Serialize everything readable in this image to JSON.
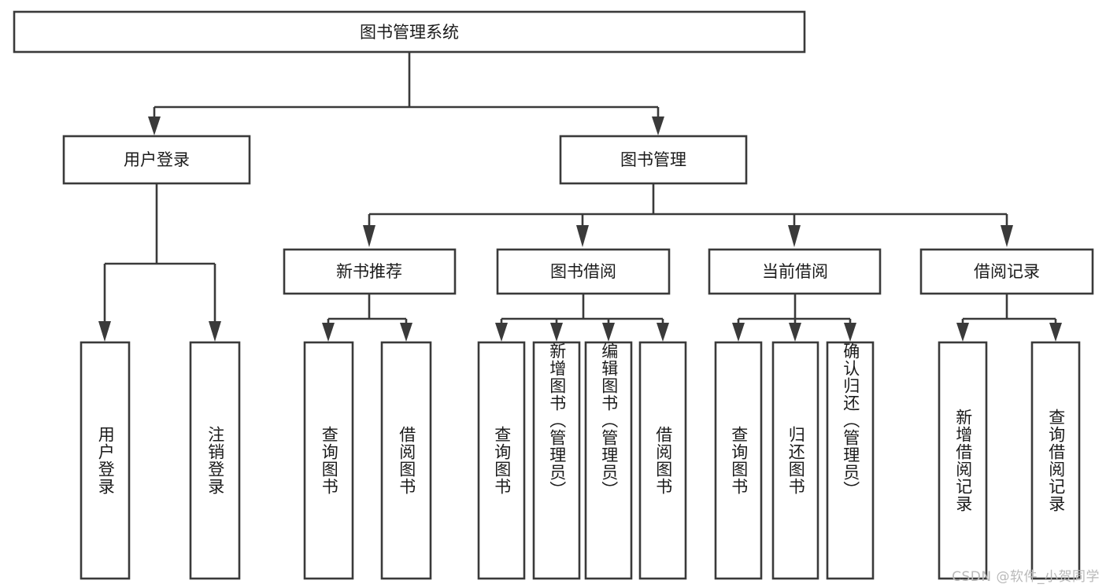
{
  "diagram": {
    "title": "图书管理系统",
    "type": "hierarchy-tree",
    "colors": {
      "box_stroke": "#3a3a3a",
      "box_fill": "#ffffff",
      "connector": "#3a3a3a",
      "text": "#1b1b1b",
      "background": "#ffffff",
      "watermark": "#b9b9b9"
    },
    "root": {
      "label": "图书管理系统"
    },
    "level2": [
      {
        "label": "用户登录"
      },
      {
        "label": "图书管理"
      }
    ],
    "level3": [
      {
        "label": "新书推荐"
      },
      {
        "label": "图书借阅"
      },
      {
        "label": "当前借阅"
      },
      {
        "label": "借阅记录"
      }
    ],
    "leaves": {
      "user_login": [
        {
          "label": "用户登录"
        },
        {
          "label": "注销登录"
        }
      ],
      "new_book_recommend": [
        {
          "label": "查询图书"
        },
        {
          "label": "借阅图书"
        }
      ],
      "book_borrow": [
        {
          "label": "查询图书"
        },
        {
          "label": "新增图书（管理员）"
        },
        {
          "label": "编辑图书（管理员）"
        },
        {
          "label": "借阅图书"
        }
      ],
      "current_borrow": [
        {
          "label": "查询图书"
        },
        {
          "label": "归还图书"
        },
        {
          "label": "确认归还（管理员）"
        }
      ],
      "borrow_record": [
        {
          "label": "新增借阅记录"
        },
        {
          "label": "查询借阅记录"
        }
      ]
    }
  },
  "watermark": {
    "text": "CSDN @软件_小贺同学"
  }
}
